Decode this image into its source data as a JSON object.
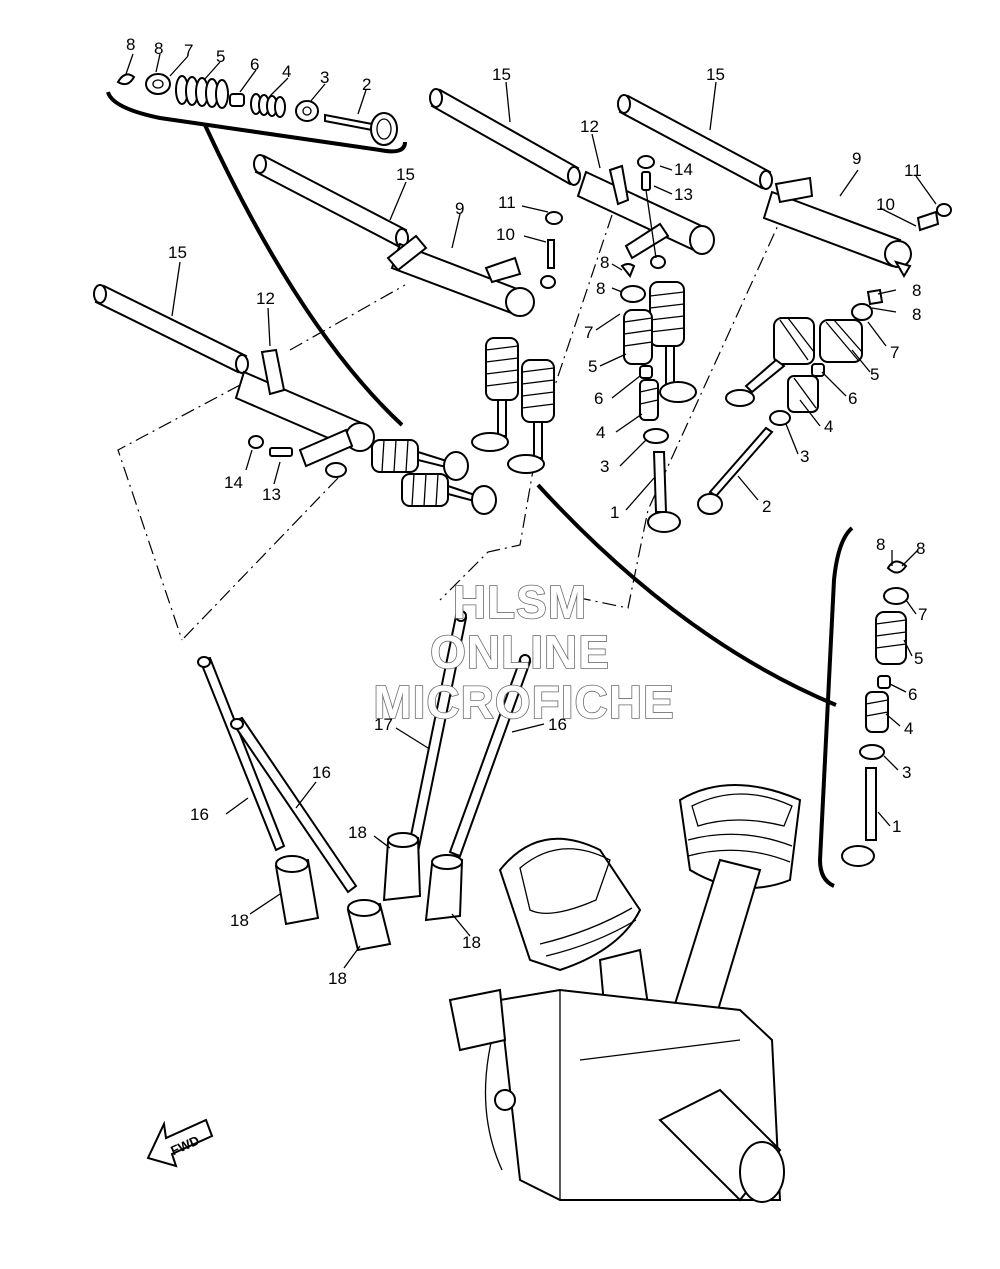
{
  "diagram": {
    "callouts": [
      {
        "id": "c1",
        "text": "8"
      },
      {
        "id": "c2",
        "text": "8"
      },
      {
        "id": "c3",
        "text": "7"
      },
      {
        "id": "c4",
        "text": "5"
      },
      {
        "id": "c5",
        "text": "6"
      },
      {
        "id": "c6",
        "text": "4"
      },
      {
        "id": "c7",
        "text": "3"
      },
      {
        "id": "c8",
        "text": "2"
      },
      {
        "id": "c9",
        "text": "15"
      },
      {
        "id": "c10",
        "text": "15"
      },
      {
        "id": "c11",
        "text": "15"
      },
      {
        "id": "c12",
        "text": "15"
      },
      {
        "id": "c13",
        "text": "12"
      },
      {
        "id": "c14",
        "text": "9"
      },
      {
        "id": "c15",
        "text": "9"
      },
      {
        "id": "c16",
        "text": "11"
      },
      {
        "id": "c17",
        "text": "11"
      },
      {
        "id": "c18",
        "text": "10"
      },
      {
        "id": "c19",
        "text": "10"
      },
      {
        "id": "c20",
        "text": "14"
      },
      {
        "id": "c21",
        "text": "13"
      },
      {
        "id": "c22",
        "text": "12"
      },
      {
        "id": "c23",
        "text": "14"
      },
      {
        "id": "c24",
        "text": "13"
      },
      {
        "id": "c25",
        "text": "8"
      },
      {
        "id": "c26",
        "text": "8"
      },
      {
        "id": "c27",
        "text": "7"
      },
      {
        "id": "c28",
        "text": "5"
      },
      {
        "id": "c29",
        "text": "6"
      },
      {
        "id": "c30",
        "text": "4"
      },
      {
        "id": "c31",
        "text": "3"
      },
      {
        "id": "c32",
        "text": "1"
      },
      {
        "id": "c33",
        "text": "2"
      },
      {
        "id": "c34",
        "text": "8"
      },
      {
        "id": "c35",
        "text": "8"
      },
      {
        "id": "c36",
        "text": "7"
      },
      {
        "id": "c37",
        "text": "5"
      },
      {
        "id": "c38",
        "text": "6"
      },
      {
        "id": "c39",
        "text": "4"
      },
      {
        "id": "c40",
        "text": "3"
      },
      {
        "id": "c41",
        "text": "8"
      },
      {
        "id": "c42",
        "text": "8"
      },
      {
        "id": "c43",
        "text": "7"
      },
      {
        "id": "c44",
        "text": "5"
      },
      {
        "id": "c45",
        "text": "6"
      },
      {
        "id": "c46",
        "text": "4"
      },
      {
        "id": "c47",
        "text": "3"
      },
      {
        "id": "c48",
        "text": "1"
      },
      {
        "id": "c49",
        "text": "17"
      },
      {
        "id": "c50",
        "text": "16"
      },
      {
        "id": "c51",
        "text": "16"
      },
      {
        "id": "c52",
        "text": "16"
      },
      {
        "id": "c53",
        "text": "18"
      },
      {
        "id": "c54",
        "text": "18"
      },
      {
        "id": "c55",
        "text": "18"
      },
      {
        "id": "c56",
        "text": "18"
      }
    ],
    "watermark": [
      "HLSM",
      "ONLINE",
      "MICROFICHE"
    ],
    "fwd_label": "FWD"
  }
}
